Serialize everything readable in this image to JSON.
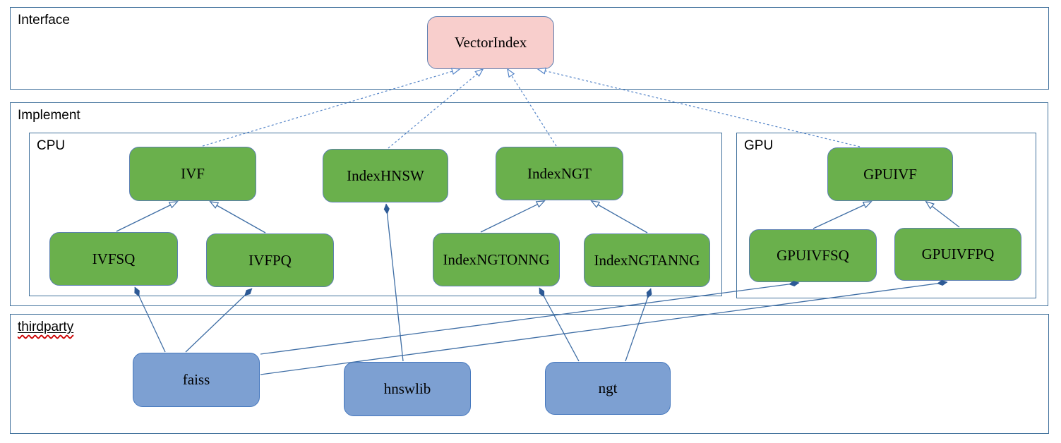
{
  "diagram": {
    "containers": [
      {
        "id": "interface",
        "label": "Interface"
      },
      {
        "id": "implement",
        "label": "Implement"
      },
      {
        "id": "cpu",
        "label": "CPU"
      },
      {
        "id": "gpu",
        "label": "GPU"
      },
      {
        "id": "thirdparty",
        "label": "thirdparty",
        "spellcheck_underline": true
      }
    ],
    "nodes": [
      {
        "id": "VectorIndex",
        "label": "VectorIndex",
        "group": "interface",
        "color": "pink"
      },
      {
        "id": "IVF",
        "label": "IVF",
        "group": "cpu",
        "color": "green"
      },
      {
        "id": "IndexHNSW",
        "label": "IndexHNSW",
        "group": "cpu",
        "color": "green"
      },
      {
        "id": "IndexNGT",
        "label": "IndexNGT",
        "group": "cpu",
        "color": "green"
      },
      {
        "id": "IVFSQ",
        "label": "IVFSQ",
        "group": "cpu",
        "color": "green"
      },
      {
        "id": "IVFPQ",
        "label": "IVFPQ",
        "group": "cpu",
        "color": "green"
      },
      {
        "id": "IndexNGTONNG",
        "label": "IndexNGTONNG",
        "group": "cpu",
        "color": "green"
      },
      {
        "id": "IndexNGTANNG",
        "label": "IndexNGTANNG",
        "group": "cpu",
        "color": "green"
      },
      {
        "id": "GPUIVF",
        "label": "GPUIVF",
        "group": "gpu",
        "color": "green"
      },
      {
        "id": "GPUIVFSQ",
        "label": "GPUIVFSQ",
        "group": "gpu",
        "color": "green"
      },
      {
        "id": "GPUIVFPQ",
        "label": "GPUIVFPQ",
        "group": "gpu",
        "color": "green"
      },
      {
        "id": "faiss",
        "label": "faiss",
        "group": "thirdparty",
        "color": "blue"
      },
      {
        "id": "hnswlib",
        "label": "hnswlib",
        "group": "thirdparty",
        "color": "blue"
      },
      {
        "id": "ngt",
        "label": "ngt",
        "group": "thirdparty",
        "color": "blue"
      }
    ],
    "edges": [
      {
        "from": "IVF",
        "to": "VectorIndex",
        "type": "realization"
      },
      {
        "from": "IndexHNSW",
        "to": "VectorIndex",
        "type": "realization"
      },
      {
        "from": "IndexNGT",
        "to": "VectorIndex",
        "type": "realization"
      },
      {
        "from": "GPUIVF",
        "to": "VectorIndex",
        "type": "realization"
      },
      {
        "from": "IVFSQ",
        "to": "IVF",
        "type": "generalization"
      },
      {
        "from": "IVFPQ",
        "to": "IVF",
        "type": "generalization"
      },
      {
        "from": "IndexNGTONNG",
        "to": "IndexNGT",
        "type": "generalization"
      },
      {
        "from": "IndexNGTANNG",
        "to": "IndexNGT",
        "type": "generalization"
      },
      {
        "from": "GPUIVFSQ",
        "to": "GPUIVF",
        "type": "generalization"
      },
      {
        "from": "GPUIVFPQ",
        "to": "GPUIVF",
        "type": "generalization"
      },
      {
        "from": "IVFSQ",
        "to": "faiss",
        "type": "composition"
      },
      {
        "from": "IVFPQ",
        "to": "faiss",
        "type": "composition"
      },
      {
        "from": "IndexHNSW",
        "to": "hnswlib",
        "type": "composition"
      },
      {
        "from": "IndexNGTONNG",
        "to": "ngt",
        "type": "composition"
      },
      {
        "from": "IndexNGTANNG",
        "to": "ngt",
        "type": "composition"
      },
      {
        "from": "GPUIVFSQ",
        "to": "faiss",
        "type": "composition"
      },
      {
        "from": "GPUIVFPQ",
        "to": "faiss",
        "type": "composition"
      }
    ],
    "colors": {
      "interface_node_fill": "#f8cecc",
      "implement_node_fill": "#6ab04c",
      "thirdparty_node_fill": "#7da0d2",
      "node_border": "#5c7fb2",
      "thirdparty_node_border": "#4678be",
      "container_border": "#41719c",
      "edge_line": "#3f6ea5",
      "edge_dashed": "#5585c8",
      "diamond_fill": "#2d5a96",
      "spellcheck_squiggle": "#cc0000"
    }
  }
}
